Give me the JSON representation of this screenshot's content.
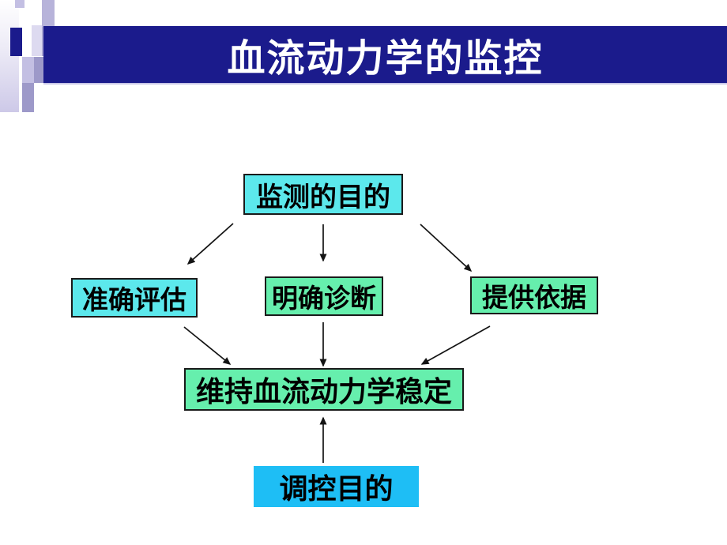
{
  "slide": {
    "title": "血流动力学的监控"
  },
  "flowchart": {
    "nodes": {
      "purpose": {
        "label": "监测的目的",
        "fill": "#5ce8ec"
      },
      "assess": {
        "label": "准确评估",
        "fill": "#5ce8ec"
      },
      "diagnose": {
        "label": "明确诊断",
        "fill": "#66efad"
      },
      "evidence": {
        "label": "提供依据",
        "fill": "#66efad"
      },
      "maintain": {
        "label": "维持血流动力学稳定",
        "fill": "#66efad"
      },
      "regulate": {
        "label": "调控目的",
        "fill": "#1ebef5"
      }
    },
    "edges": [
      {
        "from": "监测的目的",
        "to": "准确评估"
      },
      {
        "from": "监测的目的",
        "to": "明确诊断"
      },
      {
        "from": "监测的目的",
        "to": "提供依据"
      },
      {
        "from": "准确评估",
        "to": "维持血流动力学稳定"
      },
      {
        "from": "明确诊断",
        "to": "维持血流动力学稳定"
      },
      {
        "from": "提供依据",
        "to": "维持血流动力学稳定"
      },
      {
        "from": "调控目的",
        "to": "维持血流动力学稳定"
      }
    ]
  },
  "colors": {
    "title_bar": "#1b1b8c",
    "title_text": "#ffffff",
    "node_border": "#1a1a1a",
    "cyan_node": "#5ce8ec",
    "green_node": "#66efad",
    "blue_node": "#1ebef5"
  }
}
